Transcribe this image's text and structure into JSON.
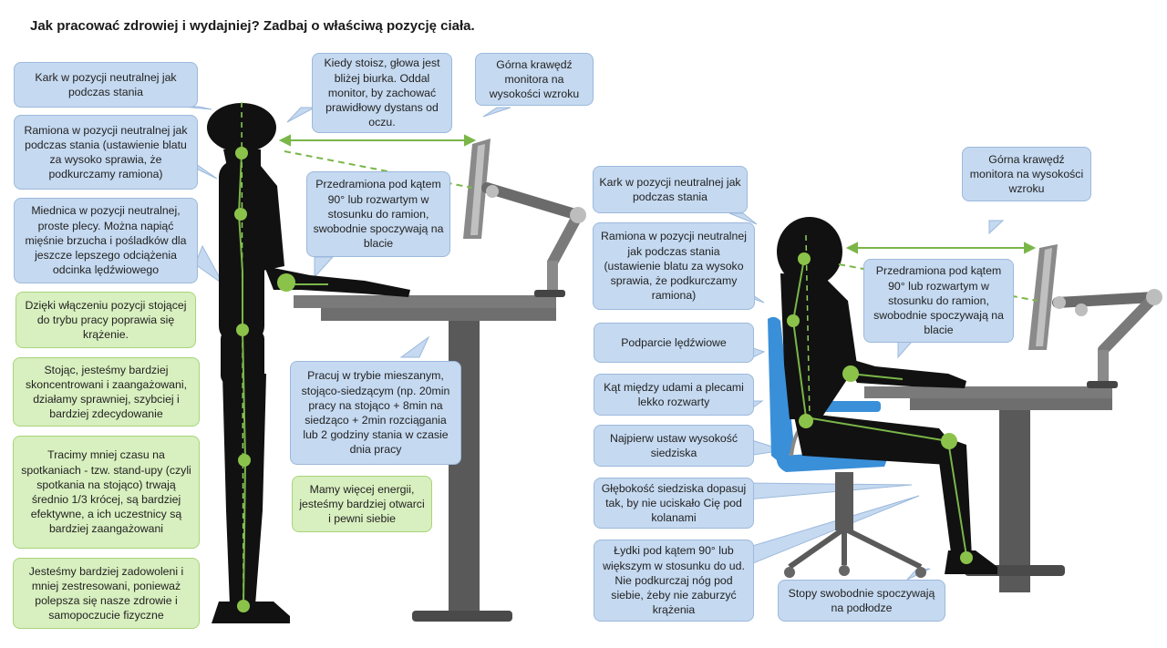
{
  "title": "Jak pracować zdrowiej i wydajniej? Zadbaj o właściwą pozycję ciała.",
  "colors": {
    "blue_box": "#c5d9f0",
    "green_box": "#d8efbf",
    "accent_green": "#7ab648",
    "chair_blue": "#3a8fd9",
    "desk_gray": "#595959"
  },
  "standing": {
    "left_notes": [
      "Kark w pozycji neutralnej jak podczas stania",
      "Ramiona w pozycji neutralnej jak podczas stania (ustawienie blatu za wysoko sprawia, że podkurczamy ramiona)",
      "Miednica w pozycji neutralnej, proste plecy. Można napiąć mięśnie brzucha i pośladków dla jeszcze lepszego odciążenia odcinka lędźwiowego"
    ],
    "benefits": [
      "Dzięki włączeniu pozycji stojącej do trybu pracy poprawia się krążenie.",
      "Stojąc, jesteśmy bardziej skoncentrowani i zaangażowani, działamy sprawniej, szybciej i bardziej zdecydowanie",
      "Tracimy mniej czasu na spotkaniach - tzw. stand-upy (czyli spotkania na stojąco) trwają średnio 1/3 krócej, są bardziej efektywne, a ich uczestnicy są bardziej zaangażowani",
      "Jesteśmy bardziej zadowoleni i mniej zestresowani, ponieważ polepsza się nasze zdrowie i samopoczucie fizyczne"
    ],
    "distance_note": "Kiedy stoisz, głowa jest bliżej biurka. Oddal monitor, by zachować prawidłowy dystans od oczu.",
    "monitor_note": "Górna krawędź monitora na wysokości wzroku",
    "forearm_note": "Przedramiona pod kątem 90° lub rozwartym w stosunku do ramion, swobodnie spoczywają na blacie",
    "mixed_mode_note": "Pracuj w trybie mieszanym, stojąco-siedzącym (np. 20min pracy na stojąco + 8min na siedząco + 2min rozciągania lub 2 godziny stania w czasie dnia pracy",
    "energy_note": "Mamy więcej energii, jesteśmy bardziej otwarci i pewni siebie"
  },
  "sitting": {
    "neck_note": "Kark w pozycji neutralnej jak podczas stania",
    "shoulders_note": "Ramiona w pozycji neutralnej jak podczas stania (ustawienie blatu za wysoko sprawia, że podkurczamy ramiona)",
    "lumbar_note": "Podparcie lędźwiowe",
    "hip_angle_note": "Kąt między udami a plecami lekko rozwarty",
    "seat_height_note": "Najpierw ustaw wysokość siedziska",
    "seat_depth_note": "Głębokość siedziska dopasuj tak, by nie uciskało Cię pod kolanami",
    "calves_note": "Łydki pod kątem 90° lub większym w stosunku do ud. Nie podkurczaj nóg pod siebie, żeby nie zaburzyć krążenia",
    "feet_note": "Stopy swobodnie spoczywają na podłodze",
    "monitor_note": "Górna krawędź monitora na wysokości wzroku",
    "forearm_note": "Przedramiona pod kątem 90° lub rozwartym w stosunku do ramion, swobodnie spoczywają na blacie"
  }
}
